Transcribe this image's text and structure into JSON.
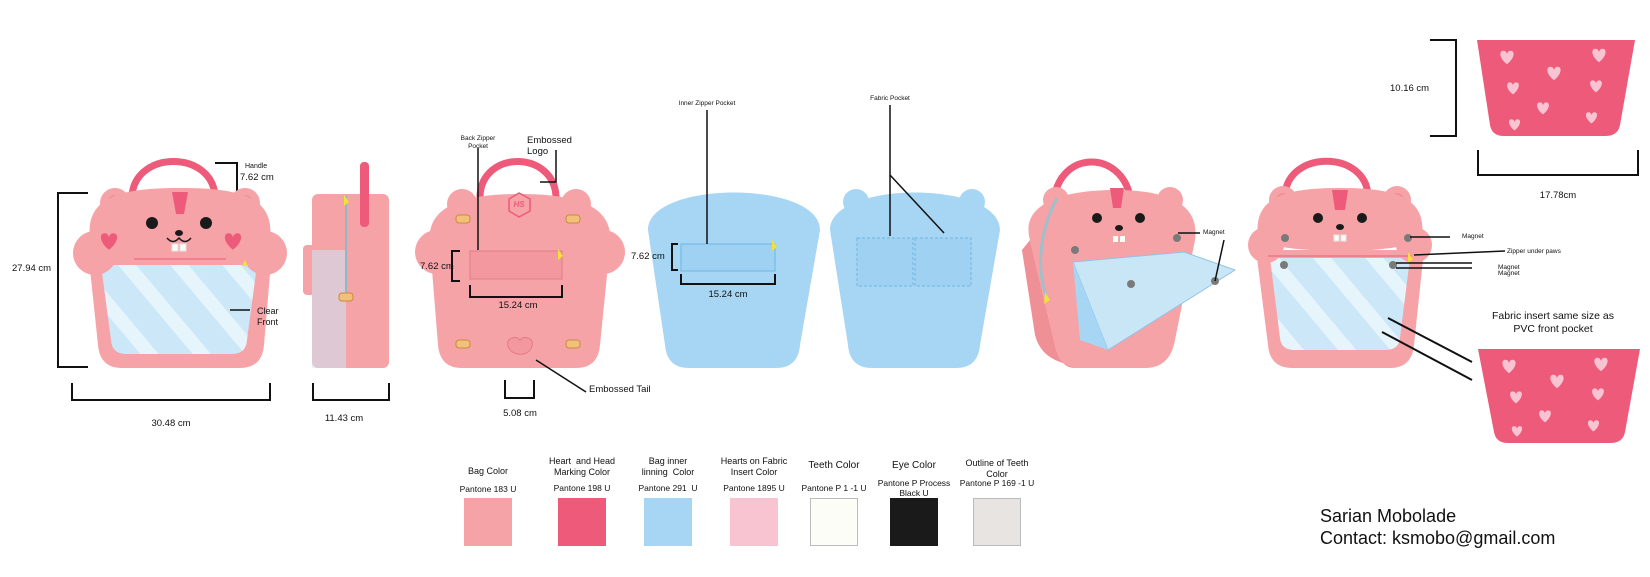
{
  "palette": {
    "bag_pink": "#f6a3a8",
    "bag_pink_dark": "#ef8f96",
    "heart_pink": "#ee5a7a",
    "lining_blue": "#a6d6f4",
    "insert_hearts": "#f9c4d2",
    "teeth": "#fdfdf8",
    "eye": "#1a1a1a",
    "teeth_outline": "#e8e4e2",
    "zipper": "#f3e13a",
    "pvc": "#c9e6f7"
  },
  "icons": [
    "hamster-head-icon",
    "heart-icon",
    "zipper-pull-icon",
    "magnet-dot-icon",
    "embossed-logo-icon",
    "tail-icon"
  ],
  "front_view": {
    "height_dim": "27.94 cm",
    "width_dim": "30.48 cm",
    "handle_label": "Handle",
    "handle_dim": "7.62 cm",
    "clear_front_label": "Clear\nFront"
  },
  "side_view": {
    "depth_dim": "11.43 cm"
  },
  "back_view": {
    "back_zipper_label": "Back Zipper\nPocket",
    "embossed_logo_label": "Embossed\nLogo",
    "logo_text": "HS",
    "pocket_height_dim": "7.62 cm",
    "pocket_width_dim": "15.24 cm",
    "tail_width_dim": "5.08 cm",
    "tail_label": "Embossed Tail"
  },
  "inner_back_view": {
    "pocket_label": "Inner Zipper Pocket",
    "pocket_height_dim": "7.62 cm",
    "pocket_width_dim": "15.24 cm"
  },
  "inner_front_view": {
    "pocket_label": "Fabric Pocket"
  },
  "open_view": {
    "magnet_label": "Magnet"
  },
  "open_front_view": {
    "magnet_label": "Magnet",
    "zipper_label": "Zipper under paws",
    "magnet_label_2": "Magnet",
    "magnet_label_3": "Magnet"
  },
  "fabric_insert": {
    "height_dim": "10.16 cm",
    "width_dim": "17.78cm",
    "note": "Fabric insert same size as\nPVC front pocket"
  },
  "swatches": [
    {
      "label": "Bag Color",
      "code": "Pantone 183 U",
      "color": "#f6a3a8"
    },
    {
      "label": "Heart  and Head\nMarking Color",
      "code": "Pantone 198 U",
      "color": "#ee5a7a"
    },
    {
      "label": "Bag inner\nlinning  Color",
      "code": "Pantone 291  U",
      "color": "#a6d6f4"
    },
    {
      "label": "Hearts on Fabric\nInsert Color",
      "code": "Pantone 1895 U",
      "color": "#f9c4d2"
    },
    {
      "label": "Teeth Color",
      "code": "Pantone P 1 -1 U",
      "color": "#fdfdf8"
    },
    {
      "label": "Eye Color",
      "code": "Pantone P Process\nBlack U",
      "color": "#1a1a1a"
    },
    {
      "label": "Outline of Teeth\nColor",
      "code": "Pantone P 169 -1 U",
      "color": "#e8e4e2"
    }
  ],
  "credit": {
    "name": "Sarian Mobolade",
    "contact": "Contact: ksmobo@gmail.com"
  }
}
